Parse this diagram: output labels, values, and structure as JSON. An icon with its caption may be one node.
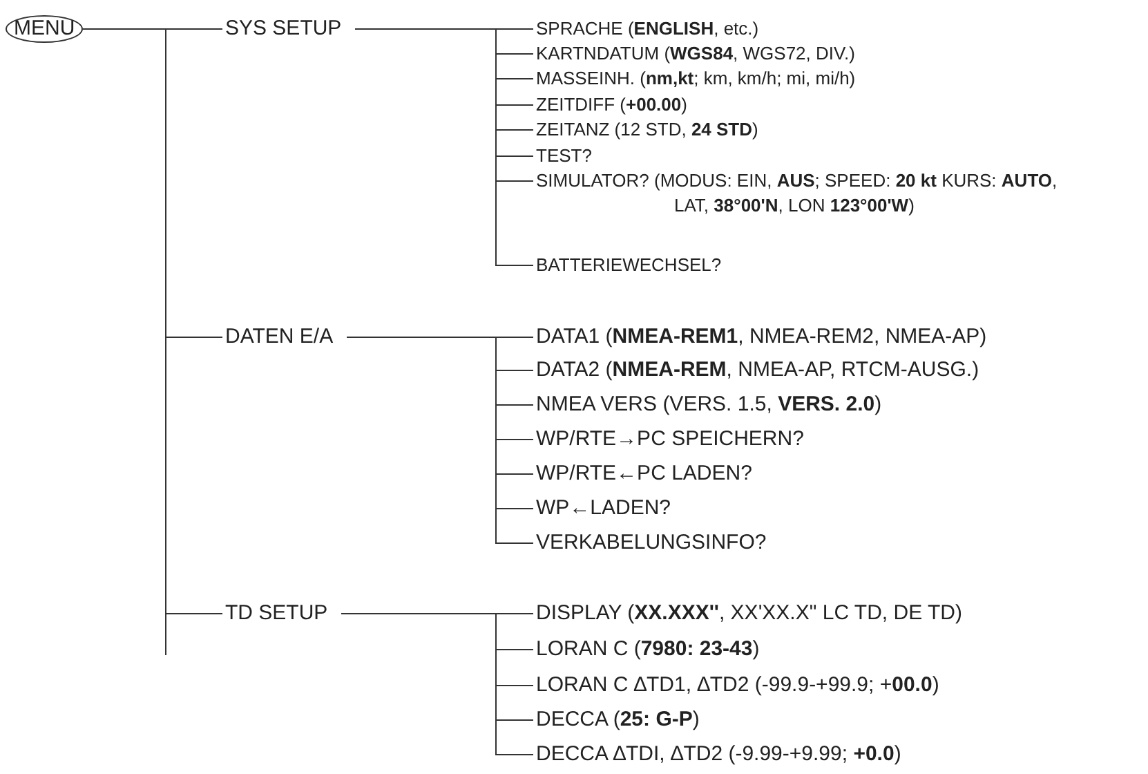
{
  "diagram": {
    "nodes": [
      {
        "text": [
          "MENU"
        ]
      },
      {
        "text": [
          "SYS SETUP"
        ]
      },
      {
        "text": [
          "SPRACHE (**ENGLISH**, etc.)"
        ]
      },
      {
        "text": [
          "KARTNDATUM (**WGS84**, WGS72, DIV.)"
        ]
      },
      {
        "text": [
          "MASSEINH. (**nm,kt**; km, km/h; mi, mi/h)"
        ]
      },
      {
        "text": [
          "ZEITDIFF (**+00.00**)"
        ]
      },
      {
        "text": [
          "ZEITANZ (12 STD, **24 STD**)"
        ]
      },
      {
        "text": [
          "TEST?"
        ]
      },
      {
        "text": [
          "SIMULATOR? (MODUS: EIN, **AUS**; SPEED: **20 kt** KURS: **AUTO**, LAT, **38°00'N**, LON **123°00'W**)"
        ]
      },
      {
        "text": [
          "BATTERIEWECHSEL?"
        ]
      },
      {
        "text": [
          "DATEN E/A"
        ]
      },
      {
        "text": [
          "DATA1 (**NMEA-REM1**, NMEA-REM2, NMEA-AP)"
        ]
      },
      {
        "text": [
          "DATA2 (**NMEA-REM**, NMEA-AP, RTCM-AUSG.)"
        ]
      },
      {
        "text": [
          "NMEA VERS (VERS. 1.5, **VERS. 2.0**)"
        ]
      },
      {
        "text": [
          "WP/RTE→PC SPEICHERN?"
        ]
      },
      {
        "text": [
          "WP/RTE←PC LADEN?"
        ]
      },
      {
        "text": [
          "WP←LADEN?"
        ]
      },
      {
        "text": [
          "VERKABELUNGSINFO?"
        ]
      },
      {
        "text": [
          "TD SETUP"
        ]
      },
      {
        "text": [
          "DISPLAY (**XX.XXX''**, XX'XX.X\" LC TD, DE TD)"
        ]
      },
      {
        "text": [
          "LORAN C (**7980: 23-43**)"
        ]
      },
      {
        "text": [
          "LORAN C ∆TD1, ∆TD2 (-99.9-+99.9; +**00.0**)"
        ]
      },
      {
        "text": [
          "DECCA (**25: G-P**)"
        ]
      },
      {
        "text": [
          "DECCA ∆TDI, ∆TD2 (-9.99-+9.99; **+0.0**)"
        ]
      }
    ],
    "edges": [
      {
        "from": 0,
        "to": 1,
        "arrow": "none"
      },
      {
        "from": 0,
        "to": 10,
        "arrow": "none"
      },
      {
        "from": 0,
        "to": 18,
        "arrow": "none"
      },
      {
        "from": 1,
        "to": 2,
        "arrow": "none"
      },
      {
        "from": 1,
        "to": 3,
        "arrow": "none"
      },
      {
        "from": 1,
        "to": 4,
        "arrow": "none"
      },
      {
        "from": 1,
        "to": 5,
        "arrow": "none"
      },
      {
        "from": 1,
        "to": 6,
        "arrow": "none"
      },
      {
        "from": 1,
        "to": 7,
        "arrow": "none"
      },
      {
        "from": 1,
        "to": 8,
        "arrow": "none"
      },
      {
        "from": 1,
        "to": 9,
        "arrow": "none"
      },
      {
        "from": 10,
        "to": 11,
        "arrow": "none"
      },
      {
        "from": 10,
        "to": 12,
        "arrow": "none"
      },
      {
        "from": 10,
        "to": 13,
        "arrow": "none"
      },
      {
        "from": 10,
        "to": 14,
        "arrow": "none"
      },
      {
        "from": 10,
        "to": 15,
        "arrow": "none"
      },
      {
        "from": 10,
        "to": 16,
        "arrow": "none"
      },
      {
        "from": 10,
        "to": 17,
        "arrow": "none"
      },
      {
        "from": 18,
        "to": 19,
        "arrow": "none"
      },
      {
        "from": 18,
        "to": 20,
        "arrow": "none"
      },
      {
        "from": 18,
        "to": 21,
        "arrow": "none"
      },
      {
        "from": 18,
        "to": 22,
        "arrow": "none"
      },
      {
        "from": 18,
        "to": 23,
        "arrow": "none"
      }
    ]
  }
}
